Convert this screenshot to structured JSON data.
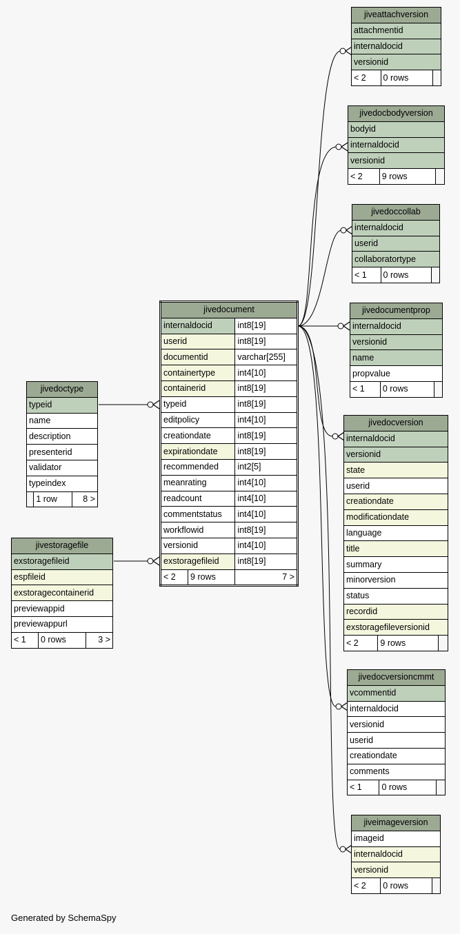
{
  "footer": "Generated by SchemaSpy",
  "tables": {
    "jiveattachversion": {
      "title": "jiveattachversion",
      "rows": [
        {
          "name": "attachmentid",
          "kind": "pk"
        },
        {
          "name": "internaldocid",
          "kind": "pk"
        },
        {
          "name": "versionid",
          "kind": "pk"
        }
      ],
      "footer": [
        "< 2",
        "0 rows",
        ""
      ]
    },
    "jivedocbodyversion": {
      "title": "jivedocbodyversion",
      "rows": [
        {
          "name": "bodyid",
          "kind": "pk"
        },
        {
          "name": "internaldocid",
          "kind": "pk"
        },
        {
          "name": "versionid",
          "kind": "pk"
        }
      ],
      "footer": [
        "< 2",
        "9 rows",
        ""
      ]
    },
    "jivedoccollab": {
      "title": "jivedoccollab",
      "rows": [
        {
          "name": "internaldocid",
          "kind": "pk"
        },
        {
          "name": "userid",
          "kind": "pk"
        },
        {
          "name": "collaboratortype",
          "kind": "pk"
        }
      ],
      "footer": [
        "< 1",
        "0 rows",
        ""
      ]
    },
    "jivedocumentprop": {
      "title": "jivedocumentprop",
      "rows": [
        {
          "name": "internaldocid",
          "kind": "pk"
        },
        {
          "name": "versionid",
          "kind": "pk"
        },
        {
          "name": "name",
          "kind": "pk"
        },
        {
          "name": "propvalue",
          "kind": "plain"
        }
      ],
      "footer": [
        "< 1",
        "0 rows",
        ""
      ]
    },
    "jivedocversion": {
      "title": "jivedocversion",
      "rows": [
        {
          "name": "internaldocid",
          "kind": "pk"
        },
        {
          "name": "versionid",
          "kind": "pk"
        },
        {
          "name": "state",
          "kind": "idx"
        },
        {
          "name": "userid",
          "kind": "plain"
        },
        {
          "name": "creationdate",
          "kind": "idx"
        },
        {
          "name": "modificationdate",
          "kind": "idx"
        },
        {
          "name": "language",
          "kind": "plain"
        },
        {
          "name": "title",
          "kind": "idx"
        },
        {
          "name": "summary",
          "kind": "plain"
        },
        {
          "name": "minorversion",
          "kind": "plain"
        },
        {
          "name": "status",
          "kind": "plain"
        },
        {
          "name": "recordid",
          "kind": "idx"
        },
        {
          "name": "exstoragefileversionid",
          "kind": "idx"
        }
      ],
      "footer": [
        "< 2",
        "9 rows",
        ""
      ]
    },
    "jivedocversioncmmt": {
      "title": "jivedocversioncmmt",
      "rows": [
        {
          "name": "vcommentid",
          "kind": "pk"
        },
        {
          "name": "internaldocid",
          "kind": "plain"
        },
        {
          "name": "versionid",
          "kind": "plain"
        },
        {
          "name": "userid",
          "kind": "plain"
        },
        {
          "name": "creationdate",
          "kind": "plain"
        },
        {
          "name": "comments",
          "kind": "plain"
        }
      ],
      "footer": [
        "< 1",
        "0 rows",
        ""
      ]
    },
    "jiveimageversion": {
      "title": "jiveimageversion",
      "rows": [
        {
          "name": "imageid",
          "kind": "plain"
        },
        {
          "name": "internaldocid",
          "kind": "idx"
        },
        {
          "name": "versionid",
          "kind": "idx"
        }
      ],
      "footer": [
        "< 2",
        "0 rows",
        ""
      ]
    },
    "jivedoctype": {
      "title": "jivedoctype",
      "rows": [
        {
          "name": "typeid",
          "kind": "pk"
        },
        {
          "name": "name",
          "kind": "plain"
        },
        {
          "name": "description",
          "kind": "plain"
        },
        {
          "name": "presenterid",
          "kind": "plain"
        },
        {
          "name": "validator",
          "kind": "plain"
        },
        {
          "name": "typeindex",
          "kind": "plain"
        }
      ],
      "footer": [
        "",
        "1 row",
        "8 >"
      ]
    },
    "jivestoragefile": {
      "title": "jivestoragefile",
      "rows": [
        {
          "name": "exstoragefileid",
          "kind": "pk"
        },
        {
          "name": "espfileid",
          "kind": "idx"
        },
        {
          "name": "exstoragecontainerid",
          "kind": "idx"
        },
        {
          "name": "previewappid",
          "kind": "plain"
        },
        {
          "name": "previewappurl",
          "kind": "plain"
        }
      ],
      "footer": [
        "< 1",
        "0 rows",
        "3 >"
      ]
    },
    "jivedocument": {
      "title": "jivedocument",
      "rows": [
        {
          "name": "internaldocid",
          "type": "int8[19]",
          "kind": "pk"
        },
        {
          "name": "userid",
          "type": "int8[19]",
          "kind": "idx"
        },
        {
          "name": "documentid",
          "type": "varchar[255]",
          "kind": "idx"
        },
        {
          "name": "containertype",
          "type": "int4[10]",
          "kind": "idx"
        },
        {
          "name": "containerid",
          "type": "int8[19]",
          "kind": "idx"
        },
        {
          "name": "typeid",
          "type": "int8[19]",
          "kind": "plain"
        },
        {
          "name": "editpolicy",
          "type": "int4[10]",
          "kind": "plain"
        },
        {
          "name": "creationdate",
          "type": "int8[19]",
          "kind": "plain"
        },
        {
          "name": "expirationdate",
          "type": "int8[19]",
          "kind": "idx"
        },
        {
          "name": "recommended",
          "type": "int2[5]",
          "kind": "plain"
        },
        {
          "name": "meanrating",
          "type": "int4[10]",
          "kind": "plain"
        },
        {
          "name": "readcount",
          "type": "int4[10]",
          "kind": "plain"
        },
        {
          "name": "commentstatus",
          "type": "int4[10]",
          "kind": "plain"
        },
        {
          "name": "workflowid",
          "type": "int8[19]",
          "kind": "plain"
        },
        {
          "name": "versionid",
          "type": "int4[10]",
          "kind": "plain"
        },
        {
          "name": "exstoragefileid",
          "type": "int8[19]",
          "kind": "idx"
        }
      ],
      "footer": [
        "< 2",
        "9 rows",
        "7 >"
      ]
    }
  },
  "colors": {
    "header": "#9caa94",
    "primary_key": "#bfd0ba",
    "indexed": "#f4f7dd",
    "plain": "#ffffff",
    "background": "#f7f7f7",
    "line": "#000000"
  }
}
